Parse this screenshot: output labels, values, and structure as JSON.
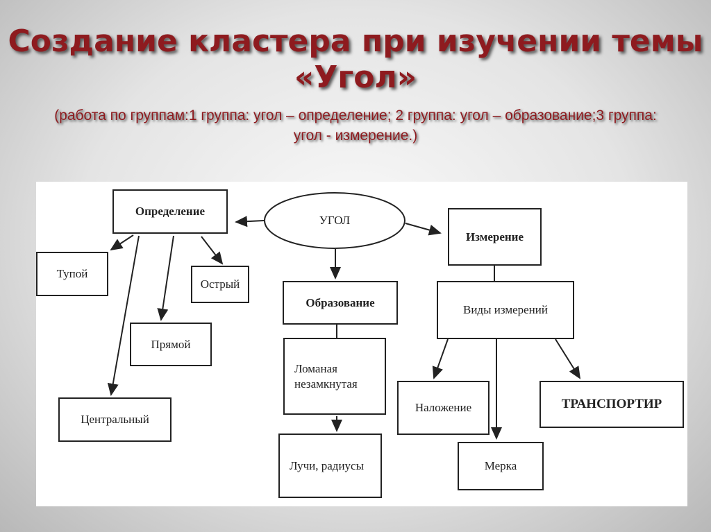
{
  "title": "Создание кластера при изучении темы «Угол»",
  "subtitle": "(работа по группам:1 группа: угол – определение;     2 группа: угол – образование;3 группа: угол - измерение.)",
  "diagram": {
    "center": "УГОЛ",
    "definition": "Определение",
    "obtuse": "Тупой",
    "acute": "Острый",
    "right": "Прямой",
    "central": "Центральный",
    "formation": "Образование",
    "polyline": "Ломаная незамкнутая",
    "rays": "Лучи, радиусы",
    "measurement": "Измерение",
    "kinds": "Виды измерений",
    "overlay": "Наложение",
    "protractor": "ТРАНСПОРТИР",
    "measure": "Мерка"
  }
}
